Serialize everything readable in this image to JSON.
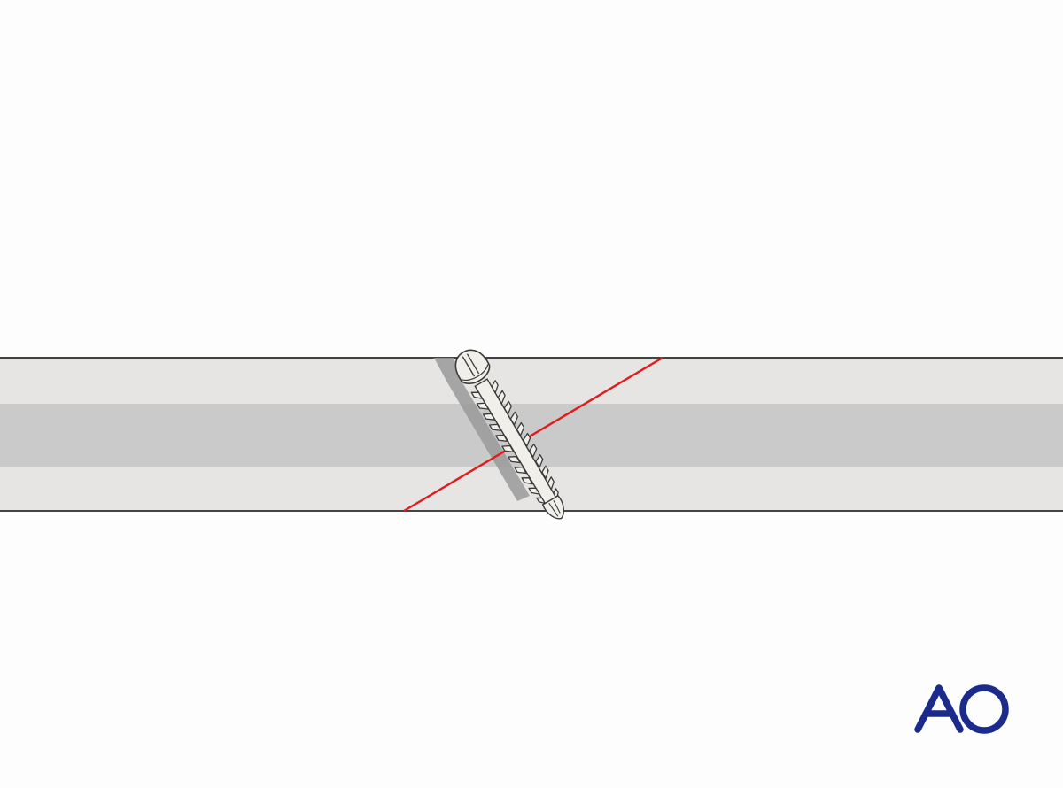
{
  "logo": {
    "text": "AO",
    "color": "#1a2b8c"
  },
  "colors": {
    "background": "#fdfdfd",
    "cortex": "#e6e5e3",
    "medulla": "#cacaca",
    "bone_outline": "#2a2a2a",
    "fracture_line": "#e01c1c",
    "screw_fill": "#f0efe9",
    "screw_outline": "#3a3a3a",
    "screw_shadow": "#9a9a9a"
  },
  "icons": {
    "logo": "ao-foundation-logo",
    "screw": "lag-screw-illustration"
  }
}
